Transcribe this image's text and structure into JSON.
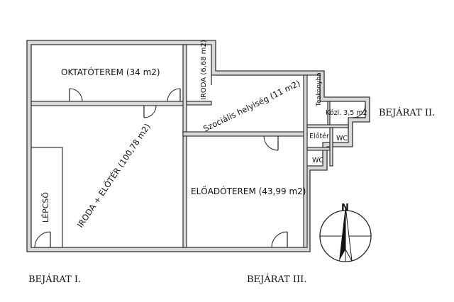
{
  "rooms": {
    "oktato": "OKTATÓTEREM (34 m2)",
    "iroda_small": "IRODA (6,68 m2)",
    "szocialis": "Szociális helyiség (11 m2)",
    "teakonyha": "Teakonyha",
    "kozl": "Közl. 3,5 m2",
    "eloter": "Előtér",
    "wc1": "WC",
    "wc2": "WC",
    "iroda_eloter": "IRODA + ELŐTÉR (100,78 m2)",
    "eloado": "ELŐADÓTEREM (43,99 m2)",
    "lepcso": "LÉPCSŐ"
  },
  "entrances": {
    "e1": "BEJÁRAT I.",
    "e2": "BEJÁRAT II.",
    "e3": "BEJÁRAT III."
  },
  "compass": {
    "north": "N"
  },
  "colors": {
    "wall": "#333333",
    "wall_fill": "#d9d9d9",
    "floor": "#ffffff",
    "ink": "#111111"
  }
}
